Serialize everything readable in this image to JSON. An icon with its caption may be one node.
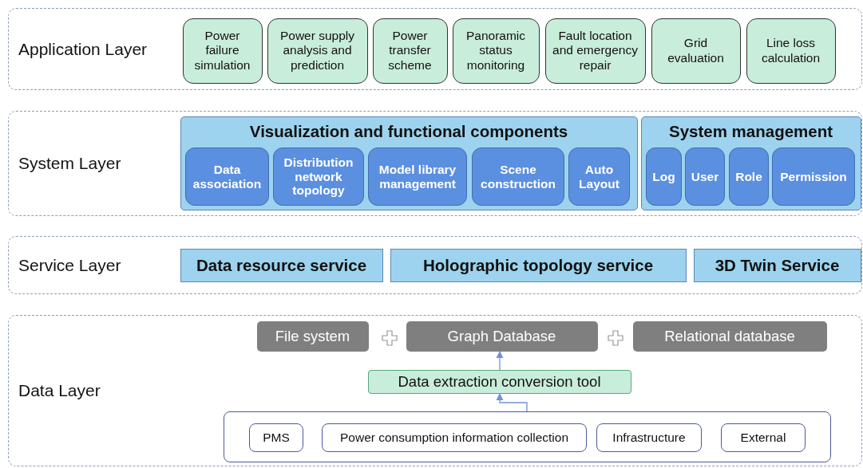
{
  "diagram": {
    "nodes": [
      {
        "text": [
          "Application Layer"
        ]
      },
      {
        "text": [
          "Power failure simulation"
        ],
        "in": 0
      },
      {
        "text": [
          "Power supply analysis and prediction"
        ],
        "in": 0
      },
      {
        "text": [
          "Power transfer scheme"
        ],
        "in": 0
      },
      {
        "text": [
          "Panoramic status monitoring"
        ],
        "in": 0
      },
      {
        "text": [
          "Fault location and emergency repair"
        ],
        "in": 0
      },
      {
        "text": [
          "Grid evaluation"
        ],
        "in": 0
      },
      {
        "text": [
          "Line loss calculation"
        ],
        "in": 0
      },
      {
        "text": [
          "System Layer"
        ]
      },
      {
        "text": [
          "Visualization and functional components"
        ],
        "in": 8
      },
      {
        "text": [
          "Data association"
        ],
        "in": 9
      },
      {
        "text": [
          "Distribution network topology"
        ],
        "in": 9
      },
      {
        "text": [
          "Model library management"
        ],
        "in": 9
      },
      {
        "text": [
          "Scene construction"
        ],
        "in": 9
      },
      {
        "text": [
          "Auto Layout"
        ],
        "in": 9
      },
      {
        "text": [
          "System management"
        ],
        "in": 8
      },
      {
        "text": [
          "Log"
        ],
        "in": 15
      },
      {
        "text": [
          "User"
        ],
        "in": 15
      },
      {
        "text": [
          "Role"
        ],
        "in": 15
      },
      {
        "text": [
          "Permission"
        ],
        "in": 15
      },
      {
        "text": [
          "Service Layer"
        ]
      },
      {
        "text": [
          "Data resource service"
        ],
        "in": 20
      },
      {
        "text": [
          "Holographic topology service"
        ],
        "in": 20
      },
      {
        "text": [
          "3D Twin Service"
        ],
        "in": 20
      },
      {
        "text": [
          "Data Layer"
        ]
      },
      {
        "text": [
          "File system"
        ],
        "in": 24
      },
      {
        "text": [
          "Graph Database"
        ],
        "in": 24
      },
      {
        "text": [
          "Relational database"
        ],
        "in": 24
      },
      {
        "text": [
          "Data extraction conversion tool"
        ],
        "in": 24
      },
      {
        "text": [],
        "shape": "box",
        "in": 24
      },
      {
        "text": [
          "PMS"
        ],
        "in": 29
      },
      {
        "text": [
          "Power consumption information collection"
        ],
        "in": 29
      },
      {
        "text": [
          "Infrastructure"
        ],
        "in": 29
      },
      {
        "text": [
          "External"
        ],
        "in": 29
      }
    ],
    "edges": [
      {
        "from": 28,
        "to": 26,
        "arrow": "to"
      },
      {
        "from": 29,
        "to": 28,
        "arrow": "to"
      }
    ]
  }
}
